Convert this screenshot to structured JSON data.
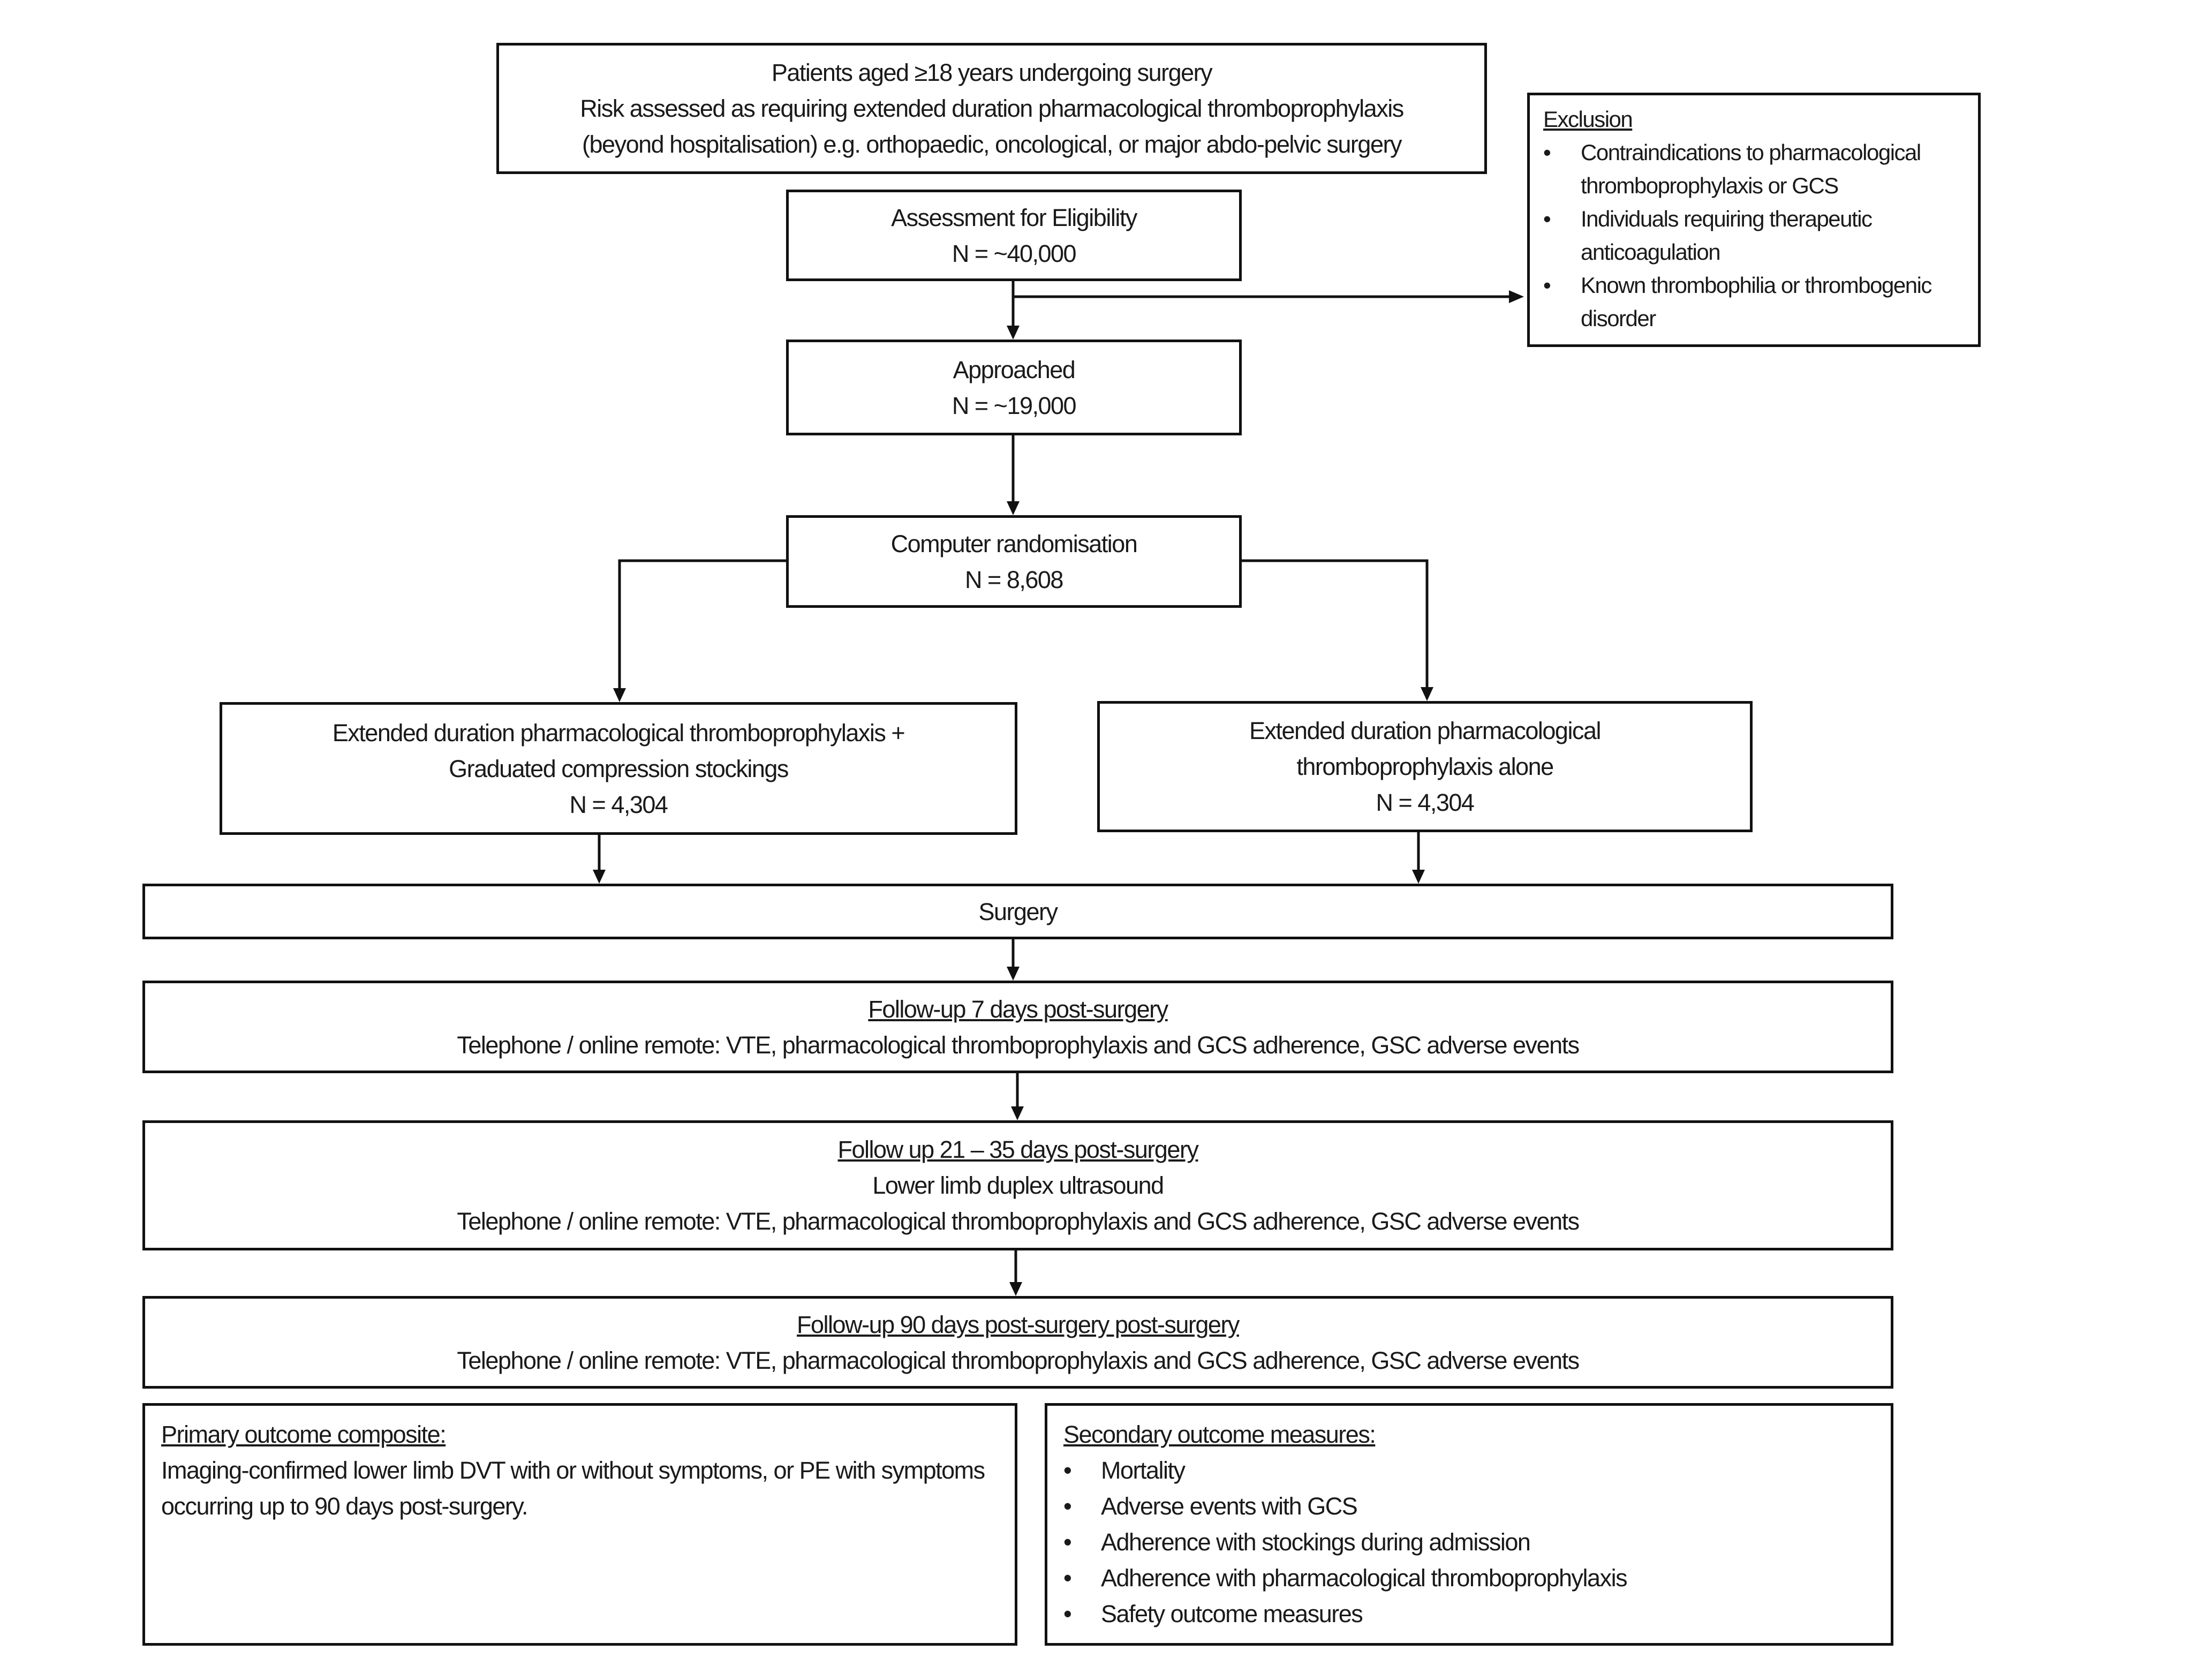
{
  "eligibility": {
    "lines": [
      "Patients aged ≥18 years undergoing surgery",
      "Risk assessed as requiring extended duration pharmacological thromboprophylaxis",
      "(beyond hospitalisation) e.g. orthopaedic, oncological, or major abdo-pelvic surgery"
    ]
  },
  "exclusion": {
    "title": "Exclusion",
    "items": [
      "Contraindications to pharmacological thromboprophylaxis or GCS",
      "Individuals requiring therapeutic anticoagulation",
      "Known thrombophilia or thrombogenic disorder"
    ]
  },
  "assessment": {
    "label": "Assessment for Eligibility",
    "n": "N = ~40,000"
  },
  "approached": {
    "label": "Approached",
    "n": "N = ~19,000"
  },
  "randomisation": {
    "label": "Computer randomisation",
    "n": "N = 8,608"
  },
  "arm_left": {
    "line1": "Extended duration pharmacological thromboprophylaxis +",
    "line2": "Graduated compression stockings",
    "n": "N = 4,304"
  },
  "arm_right": {
    "line1": "Extended duration pharmacological",
    "line2": "thromboprophylaxis alone",
    "n": "N = 4,304"
  },
  "surgery": {
    "label": "Surgery"
  },
  "followup_7": {
    "title": "Follow-up 7 days post-surgery",
    "detail": "Telephone / online remote: VTE, pharmacological thromboprophylaxis and GCS adherence, GSC adverse events"
  },
  "followup_21": {
    "title": "Follow up 21 – 35 days post-surgery",
    "detail1": "Lower limb duplex ultrasound",
    "detail2": "Telephone / online remote: VTE, pharmacological thromboprophylaxis and GCS adherence, GSC adverse events"
  },
  "followup_90": {
    "title": "Follow-up 90 days post-surgery post-surgery",
    "detail": "Telephone / online remote: VTE, pharmacological thromboprophylaxis and GCS adherence, GSC adverse events"
  },
  "primary": {
    "title": "Primary outcome composite:",
    "text": "Imaging-confirmed lower limb DVT with or without symptoms, or PE with symptoms occurring up to 90 days post-surgery."
  },
  "secondary": {
    "title": "Secondary outcome measures:",
    "items": [
      "Mortality",
      "Adverse events with GCS",
      "Adherence with stockings during admission",
      "Adherence with pharmacological thromboprophylaxis",
      "Safety outcome measures"
    ]
  }
}
